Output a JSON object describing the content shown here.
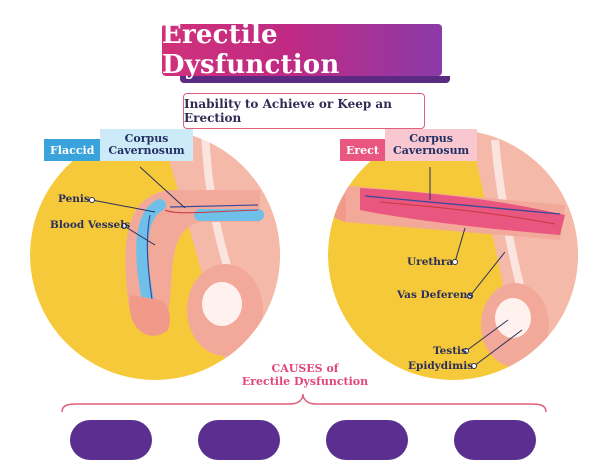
{
  "title": "Erectile Dysfunction",
  "subtitle": "Inability to Achieve or Keep an Erection",
  "flaccid": {
    "tag": "Flaccid",
    "corpus_line1": "Corpus",
    "corpus_line2": "Cavernosum",
    "labels": {
      "penis": "Penis",
      "blood_vessels": "Blood Vessels"
    }
  },
  "erect": {
    "tag": "Erect",
    "corpus_line1": "Corpus",
    "corpus_line2": "Cavernosum",
    "labels": {
      "urethra": "Urethra",
      "vas_deferens": "Vas Deferens",
      "testis": "Testis",
      "epididymis": "Epidydimis"
    }
  },
  "causes": {
    "line1": "CAUSES of",
    "line2": "Erectile Dysfunction"
  },
  "colors": {
    "banner_start": "#d0317a",
    "banner_end": "#8b3aa8",
    "circle_bg": "#f6c93a",
    "skin": "#f5b9a9",
    "corpus_flaccid": "#6fc0e8",
    "corpus_erect": "#e9567f",
    "flaccid_tag": "#3aa3dc",
    "erect_tag": "#e9567f",
    "accent": "#e0467a",
    "cause_pill": "#5a2f8f"
  }
}
